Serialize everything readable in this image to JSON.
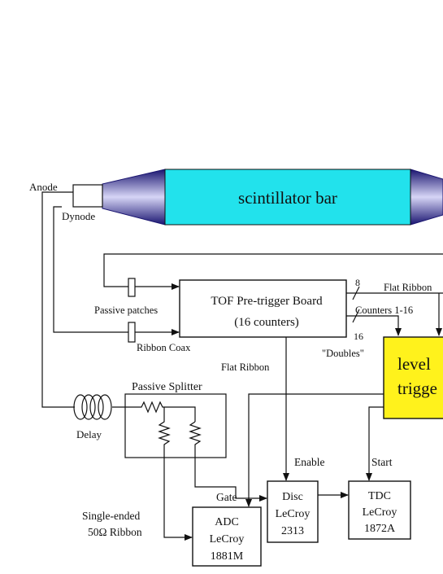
{
  "labels": {
    "anode": "Anode",
    "dynode": "Dynode",
    "scintillator": "scintillator bar",
    "passive_patches": "Passive patches",
    "ribbon_coax": "Ribbon Coax",
    "tof_title": "TOF Pre-trigger Board",
    "tof_sub": "(16 counters)",
    "bus_8": "8",
    "bus_16": "16",
    "flat_ribbon_right": "Flat Ribbon",
    "counters": "Counters 1-16",
    "doubles": "\"Doubles\"",
    "flat_ribbon_mid": "Flat Ribbon",
    "level": "level",
    "trigger": "trigge",
    "passive_splitter": "Passive Splitter",
    "delay": "Delay",
    "enable": "Enable",
    "start": "Start",
    "gate": "Gate",
    "single_ended": "Single-ended",
    "ribbon_50": "50Ω Ribbon",
    "adc_1": "ADC",
    "adc_2": "LeCroy",
    "adc_3": "1881M",
    "disc_1": "Disc",
    "disc_2": "LeCroy",
    "disc_3": "2313",
    "tdc_1": "TDC",
    "tdc_2": "LeCroy",
    "tdc_3": "1872A"
  },
  "colors": {
    "scintillator": "#22e2ec",
    "trigger_box": "#fff21c",
    "pmt_dark": "#1a1570",
    "pmt_light": "#c9c8f2"
  }
}
